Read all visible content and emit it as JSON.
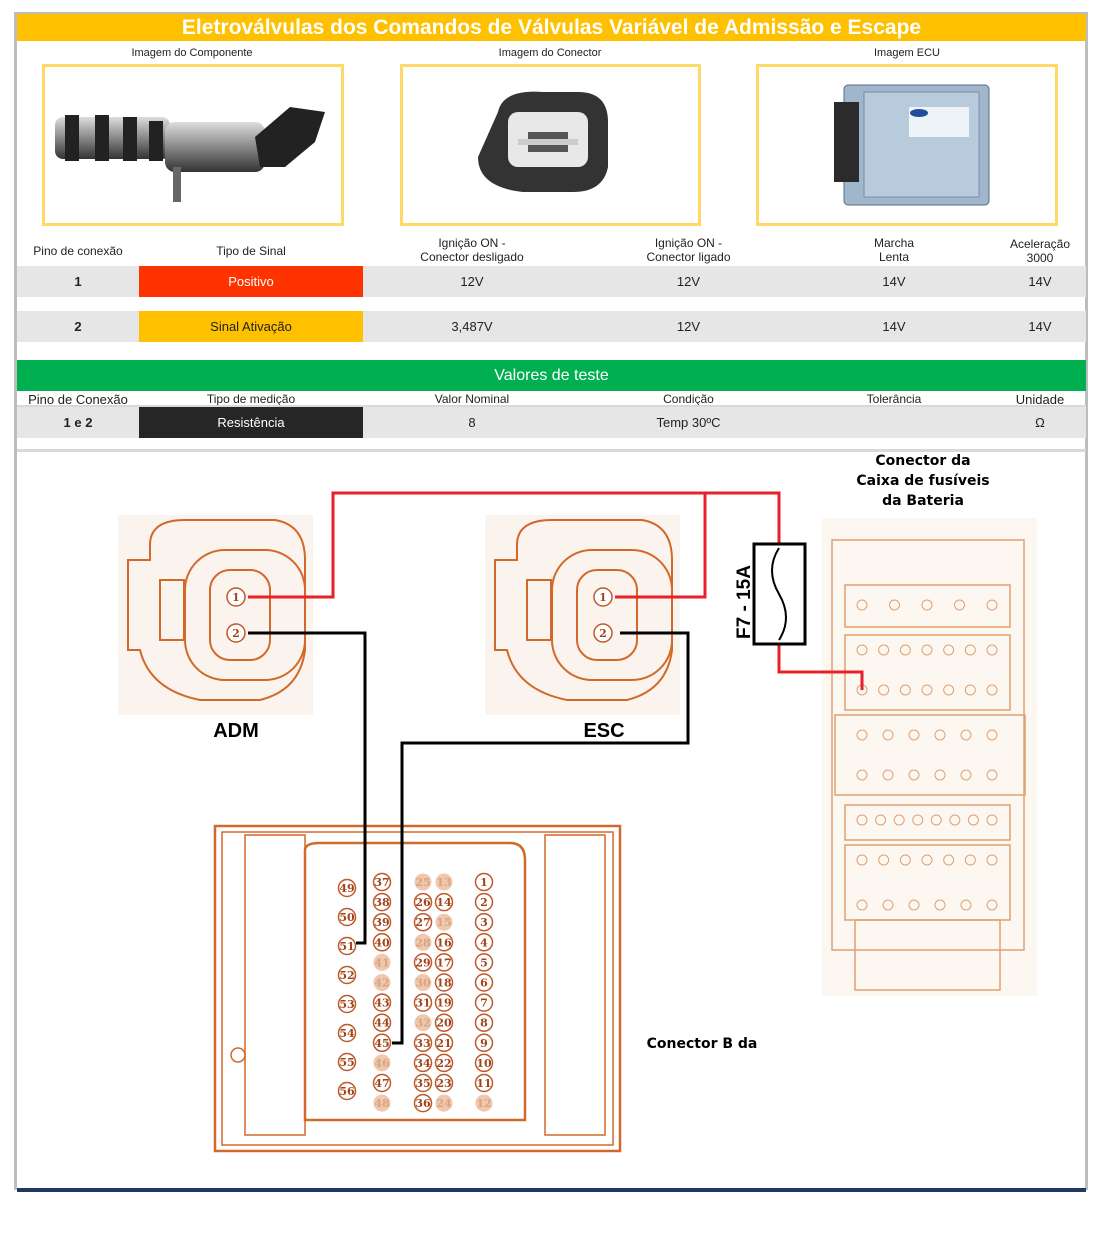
{
  "title": "Eletroválvulas dos Comandos de Válvulas Variável de Admissão e Escape",
  "images": {
    "component": "Imagem do Componente",
    "connector": "Imagem do Conector",
    "ecu": "Imagem ECU"
  },
  "signal_table": {
    "headers": [
      "Pino de conexão",
      "Tipo de Sinal",
      "Ignição ON -\nConector desligado",
      "Ignição ON -\nConector ligado",
      "Marcha\nLenta",
      "Aceleração\n3000"
    ],
    "rows": [
      {
        "pin": "1",
        "signal": "Positivo",
        "color": "#ff3300",
        "values": [
          "12V",
          "12V",
          "14V",
          "14V"
        ]
      },
      {
        "pin": "2",
        "signal": "Sinal Ativação",
        "color": "#ffc000",
        "values": [
          "3,487V",
          "12V",
          "14V",
          "14V"
        ]
      }
    ]
  },
  "test_section": {
    "title": "Valores de teste",
    "headers": [
      "Pino de Conexão",
      "Tipo de medição",
      "Valor Nominal",
      "Condição",
      "Tolerância",
      "Unidade"
    ],
    "row": {
      "pin": "1 e 2",
      "type": "Resistência",
      "nominal": "8",
      "condition": "Temp 30ºC",
      "tolerance": "",
      "unit": "Ω"
    }
  },
  "diagram": {
    "adm_label": "ADM",
    "esc_label": "ESC",
    "fuse_label": "F7 - 15A",
    "fusebox_label": [
      "Conector da",
      "Caixa de fusíveis",
      "da Bateria"
    ],
    "ecu_connector_label": "Conector B da",
    "connector_pins": [
      "1",
      "2"
    ],
    "ecu_pins": {
      "col1": [
        "49",
        "50",
        "51",
        "52",
        "53",
        "54",
        "55",
        "56"
      ],
      "col2": [
        "37",
        "38",
        "39",
        "40",
        "41",
        "42",
        "43",
        "44",
        "45",
        "46",
        "47",
        "48"
      ],
      "col3": [
        "25",
        "26",
        "27",
        "28",
        "29",
        "30",
        "31",
        "32",
        "33",
        "34",
        "35",
        "36"
      ],
      "col4": [
        "13",
        "14",
        "15",
        "16",
        "17",
        "18",
        "19",
        "20",
        "21",
        "22",
        "23",
        "24"
      ],
      "col5": [
        "1",
        "2",
        "3",
        "4",
        "5",
        "6",
        "7",
        "8",
        "9",
        "10",
        "11",
        "12"
      ],
      "unused": [
        "13",
        "15",
        "25",
        "28",
        "30",
        "32",
        "41",
        "42",
        "46",
        "48",
        "24",
        "12"
      ]
    },
    "wire_colors": {
      "positive": "#e8202a",
      "signal": "#000000",
      "outline": "#d2692a"
    }
  }
}
